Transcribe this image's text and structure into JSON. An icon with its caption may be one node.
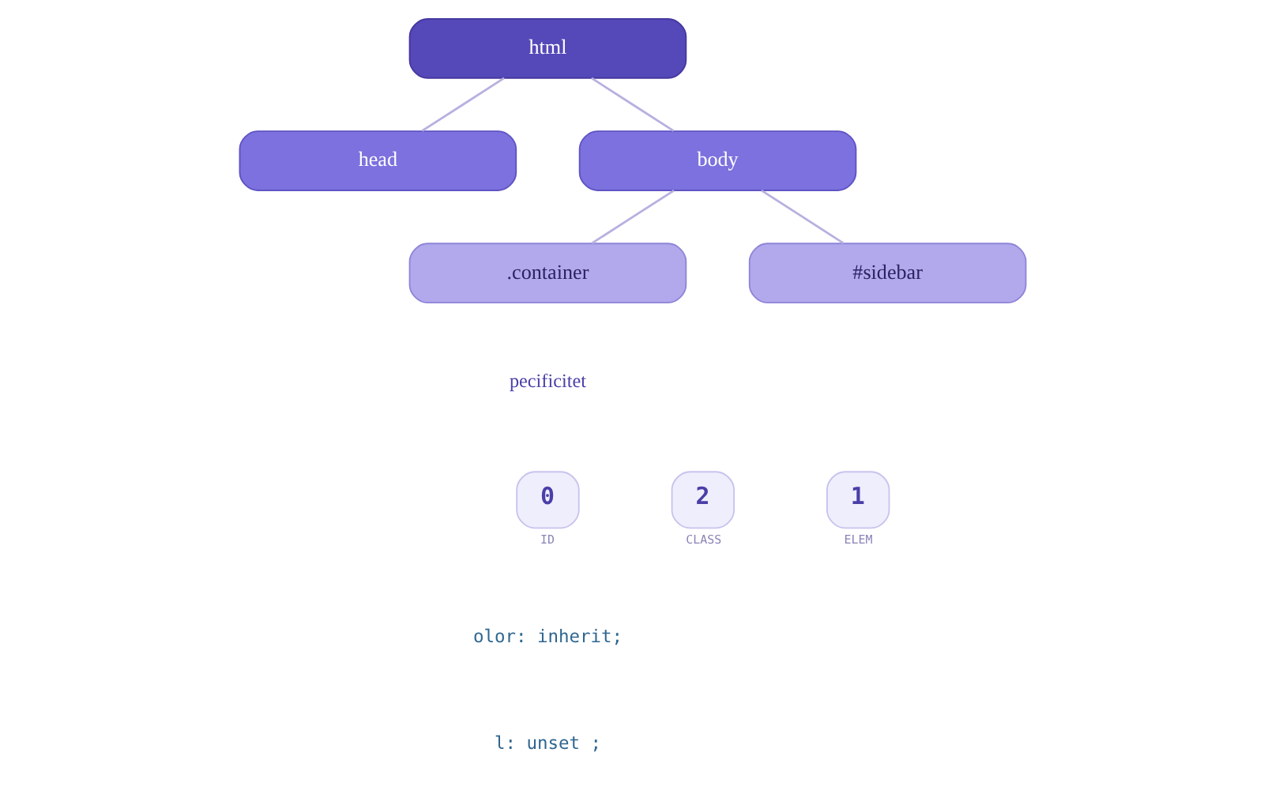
{
  "diagram": {
    "nodes": [
      {
        "text": [
          "html"
        ]
      },
      {
        "text": [
          "head"
        ]
      },
      {
        "text": [
          "body"
        ]
      },
      {
        "text": [
          ".container"
        ]
      },
      {
        "text": [
          "#sidebar"
        ]
      },
      {
        "text": [
          "0"
        ],
        "beside": [
          "ID"
        ]
      },
      {
        "text": [
          "2"
        ],
        "beside": [
          "CLASS"
        ]
      },
      {
        "text": [
          "1"
        ],
        "beside": [
          "ELEM"
        ]
      }
    ],
    "edges": [
      {
        "from": 0,
        "to": 1,
        "arrow": "none"
      },
      {
        "from": 0,
        "to": 2,
        "arrow": "none"
      },
      {
        "from": 2,
        "to": 3,
        "arrow": "none"
      },
      {
        "from": 2,
        "to": 4,
        "arrow": "none"
      }
    ],
    "labels": [
      "pecificitet",
      "olor: inherit;",
      "l: unset ;"
    ]
  }
}
